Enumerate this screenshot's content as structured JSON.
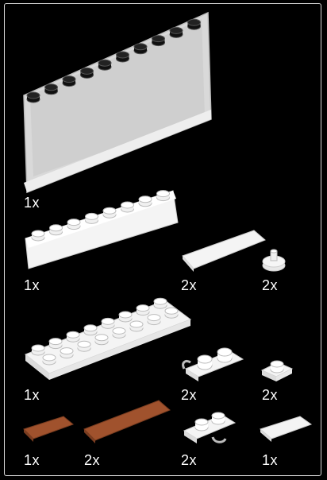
{
  "parts": [
    {
      "name": "panel-1x6x5",
      "qty": "1x"
    },
    {
      "name": "brick-1x8",
      "qty": "1x"
    },
    {
      "name": "tile-1x4",
      "qty": "2x"
    },
    {
      "name": "round-plate-pin",
      "qty": "2x"
    },
    {
      "name": "plate-2x8",
      "qty": "1x"
    },
    {
      "name": "plate-1x2-clip",
      "qty": "2x"
    },
    {
      "name": "plate-1x1",
      "qty": "2x"
    },
    {
      "name": "tile-1x2-brown",
      "qty": "1x"
    },
    {
      "name": "tile-1x4-brown",
      "qty": "2x"
    },
    {
      "name": "plate-1x2-clip-side",
      "qty": "2x"
    },
    {
      "name": "tile-1x2-white",
      "qty": "1x"
    }
  ],
  "colors": {
    "background": "#000000",
    "white": "#f4f4f4",
    "brown": "#a0522d",
    "trans": "#d9d9d9"
  }
}
